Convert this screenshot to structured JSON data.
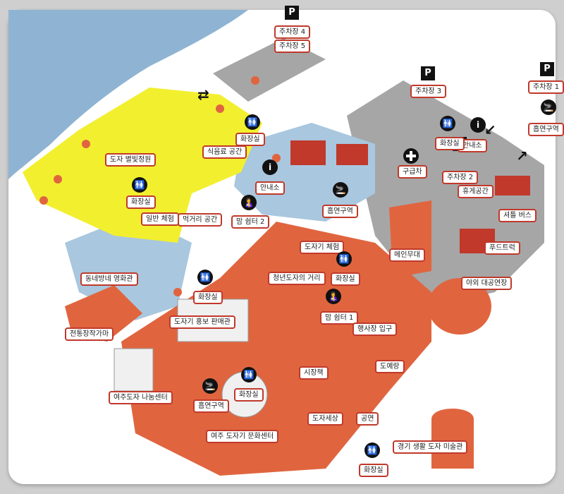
{
  "labels": {
    "parking4": "주차장 4",
    "parking5": "주차장 5",
    "parking3": "주차장 3",
    "parking1": "주차장 1",
    "parking2": "주차장 2",
    "smoking_right": "흡연구역",
    "restroom_top": "화장실",
    "snack": "식음료 공간",
    "info_center": "안내소",
    "smoking_mid": "흡연구역",
    "info_right": "안내소",
    "ambulance": "구급차",
    "restroom_right": "화장실",
    "rest_area": "휴게공간",
    "shuttle": "셔틀 버스",
    "garden": "도자 별빛정원",
    "restroom_left": "화장실",
    "general_exp": "일반 체험",
    "food_street": "먹거리 공간",
    "mom_rest2": "맘 쉼터 2",
    "main_stage": "메인무대",
    "food_truck": "푸드트럭",
    "pottery_exp": "도자기 체험",
    "outdoor_stage": "야외 대공연장",
    "theater": "동네방네 영화관",
    "young_street": "청년도자의 거리",
    "restroom_mid": "화장실",
    "restroom_center": "화장실",
    "mom_rest1": "맘 쉼터 1",
    "promo_shop": "도자기 홍보 판매관",
    "kiln": "전통장작가마",
    "entrance": "행사장 입구",
    "market": "시장책",
    "doyerang": "도예랑",
    "sharing": "여주도자 나눔센터",
    "restroom_bottom_center": "화장실",
    "smoking_bottom": "흡연구역",
    "dojasesang": "도자세상",
    "performance": "공연",
    "culture_center": "여주 도자기 문화센터",
    "museum": "경기 생활 도자 미술관",
    "restroom_bottom": "화장실"
  },
  "icons": {
    "parking_letter": "P",
    "info_letter": "i",
    "restroom_glyph": "🚻",
    "smoking_glyph": "🚬",
    "mom_glyph": "🤱"
  },
  "colors": {
    "river": "#8fb4d3",
    "yellow_zone": "#f2ef2f",
    "blue_zone": "#a9c7de",
    "orange_zone": "#e0653f",
    "gray_zone": "#a6a6a6",
    "label_border": "#c0392b"
  }
}
